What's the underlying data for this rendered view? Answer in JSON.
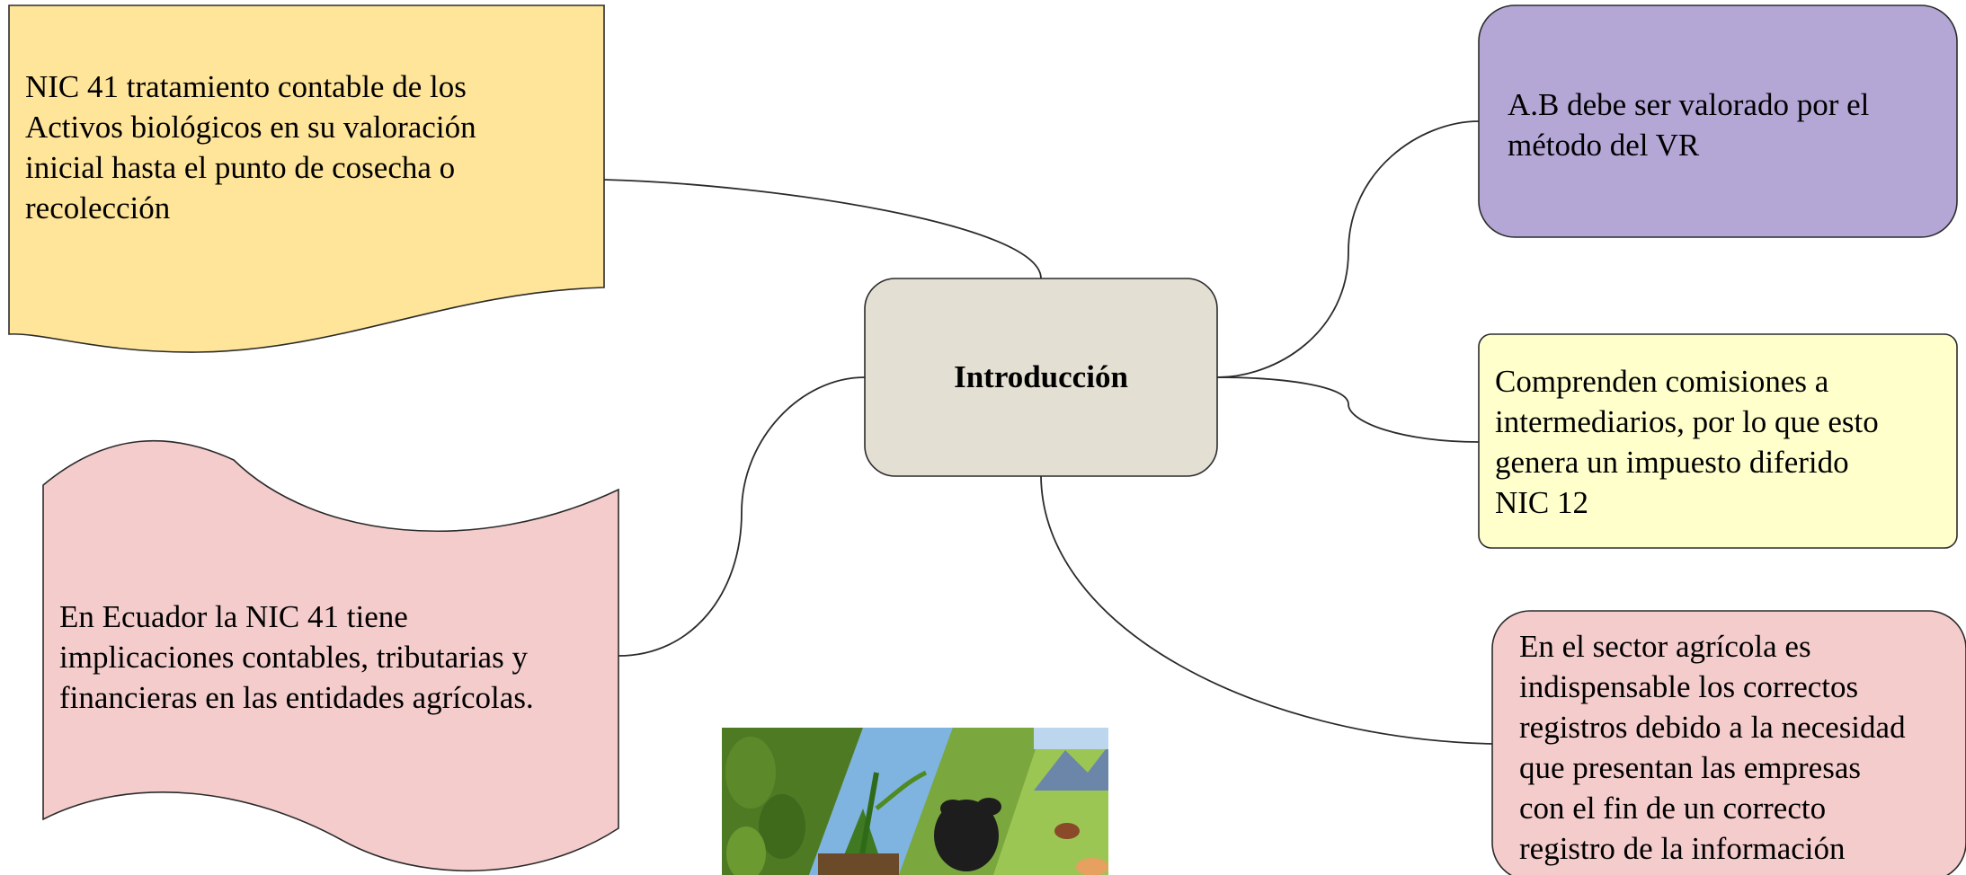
{
  "diagram": {
    "center": {
      "label": "Introducción"
    },
    "nodes": [
      {
        "id": "nic41-tratamiento",
        "text": "NIC 41  tratamiento contable de los\nActivos biológicos en su valoración\ninicial hasta el punto de cosecha o\nrecolección",
        "fill": "#FFE599"
      },
      {
        "id": "ecuador",
        "text": "En Ecuador la NIC 41 tiene\nimplicaciones contables, tributarias y\nfinancieras en las entidades agrícolas.",
        "fill": "#F4CCCC"
      },
      {
        "id": "vr",
        "text": "A.B debe ser valorado por el\nmétodo del VR",
        "fill": "#B4A7D6"
      },
      {
        "id": "comisiones",
        "text": "Comprenden comisiones a\nintermediarios, por lo que esto\ngenera un impuesto diferido\nNIC 12",
        "fill": "#FFFFCC"
      },
      {
        "id": "sector-agricola",
        "text": "En el sector agrícola es\nindispensable los correctos\nregistros debido a la necesidad\nque presentan las empresas\ncon el fin de un correcto\nregistro de la información",
        "fill": "#F4CCCC"
      }
    ],
    "center_fill": "#E3DFD3"
  }
}
